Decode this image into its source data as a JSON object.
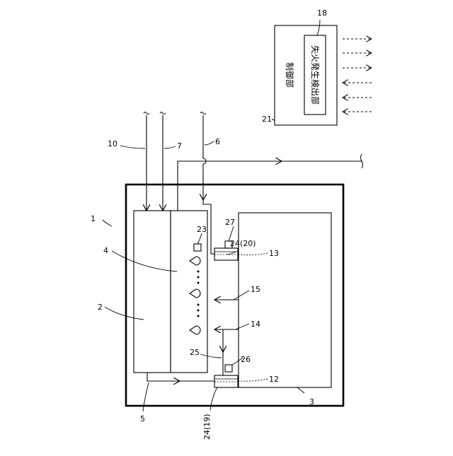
{
  "labels": {
    "n1": "1",
    "n2": "2",
    "n3": "3",
    "n4": "4",
    "n5": "5",
    "n6": "6",
    "n7": "7",
    "n10": "10",
    "n12": "12",
    "n13": "13",
    "n14": "14",
    "n15": "15",
    "n18": "18",
    "n21": "21",
    "n23": "23",
    "n24_19": "24(19)",
    "n24_20": "24(20)",
    "n25": "25",
    "n26": "26",
    "n27": "27"
  },
  "control": {
    "title": "制御部",
    "detector": "失火発生検出部"
  }
}
